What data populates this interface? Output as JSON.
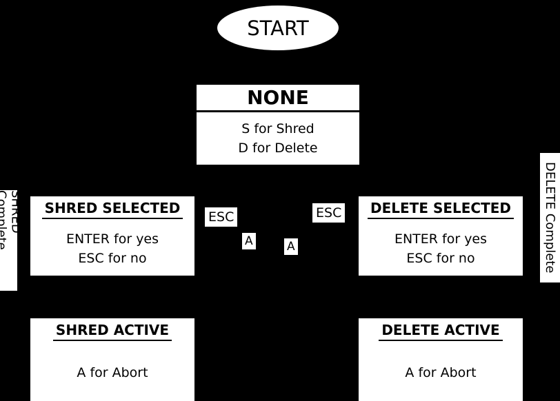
{
  "colors": {
    "background": "#000000",
    "node_fill": "#ffffff",
    "node_text": "#000000"
  },
  "start_node": {
    "label": "START"
  },
  "states": {
    "none": {
      "title": "NONE",
      "line1": "S for Shred",
      "line2": "D for Delete"
    },
    "shred_selected": {
      "title": "SHRED SELECTED",
      "line1": "ENTER for yes",
      "line2": "ESC for no"
    },
    "delete_selected": {
      "title": "DELETE SELECTED",
      "line1": "ENTER for yes",
      "line2": "ESC for no"
    },
    "shred_active": {
      "title": "SHRED ACTIVE",
      "line1": "A for Abort"
    },
    "delete_active": {
      "title": "DELETE ACTIVE",
      "line1": "A for Abort"
    }
  },
  "edge_labels": {
    "esc_left": "ESC",
    "esc_right": "ESC",
    "abort_left": "A",
    "abort_right": "A",
    "shred_complete": "SHRED Complete",
    "delete_complete": "DELETE Complete"
  }
}
